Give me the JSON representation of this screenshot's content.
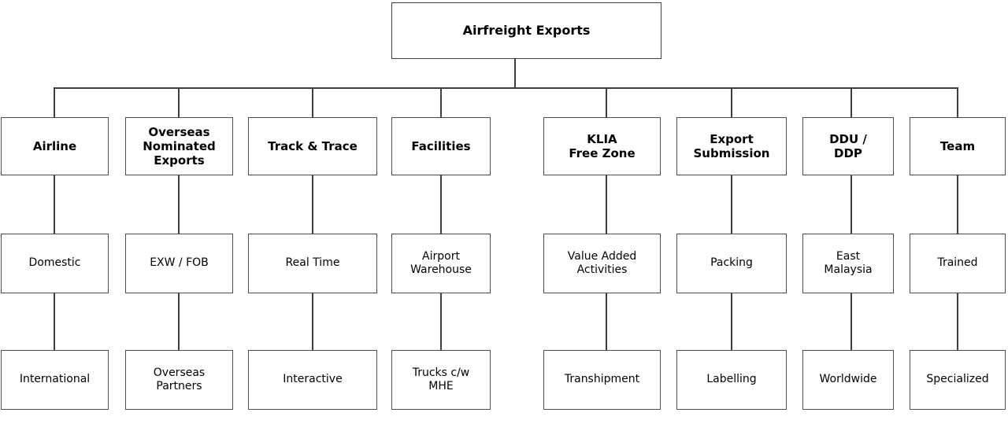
{
  "diagram": {
    "type": "org-chart",
    "root": {
      "label": "Airfreight Exports"
    },
    "columns": [
      {
        "header": "Airline",
        "level2": "Domestic",
        "level3": "International"
      },
      {
        "header": "Overseas\nNominated\nExports",
        "level2": "EXW / FOB",
        "level3": "Overseas\nPartners"
      },
      {
        "header": "Track & Trace",
        "level2": "Real Time",
        "level3": "Interactive"
      },
      {
        "header": "Facilities",
        "level2": "Airport\nWarehouse",
        "level3": "Trucks c/w\nMHE"
      },
      {
        "header": "KLIA\nFree Zone",
        "level2": "Value Added\nActivities",
        "level3": "Transhipment"
      },
      {
        "header": "Export\nSubmission",
        "level2": "Packing",
        "level3": "Labelling"
      },
      {
        "header": "DDU /\nDDP",
        "level2": "East\nMalaysia",
        "level3": "Worldwide"
      },
      {
        "header": "Team",
        "level2": "Trained",
        "level3": "Specialized"
      }
    ],
    "colors": {
      "background": "#ffffff",
      "box_border": "#4d4d4d",
      "connector": "#3d3d3d",
      "text": "#000000"
    }
  }
}
